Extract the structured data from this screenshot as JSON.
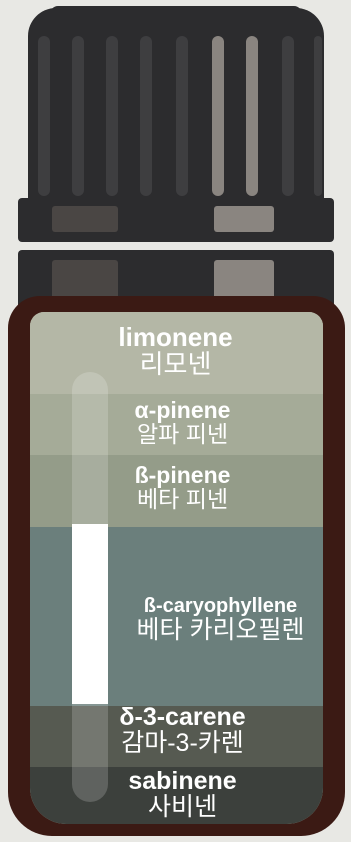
{
  "colors": {
    "cap": "#2c2c2e",
    "groove": "#3e3e40",
    "groove_highlight": "#8a8580",
    "glass_border": "#3b1a14",
    "layer_limonene": "#b4b7a6",
    "layer_alpha_pinene": "#a5ab98",
    "layer_beta_pinene": "#949c89",
    "layer_beta_caryophyllene": "#6b7f7c",
    "layer_delta_carene": "#565a51",
    "layer_sabinene": "#3c403c"
  },
  "layers": [
    {
      "name": "limonene",
      "name_ko": "리모넨",
      "share": 0.16
    },
    {
      "name": "α-pinene",
      "name_ko": "알파 피넨",
      "share": 0.12
    },
    {
      "name": "ß-pinene",
      "name_ko": "베타 피넨",
      "share": 0.14
    },
    {
      "name": "ß-caryophyllene",
      "name_ko": "베타 카리오필렌",
      "share": 0.35
    },
    {
      "name": "δ-3-carene",
      "name_ko": "감마-3-카렌",
      "share": 0.12
    },
    {
      "name": "sabinene",
      "name_ko": "사비넨",
      "share": 0.11
    }
  ]
}
